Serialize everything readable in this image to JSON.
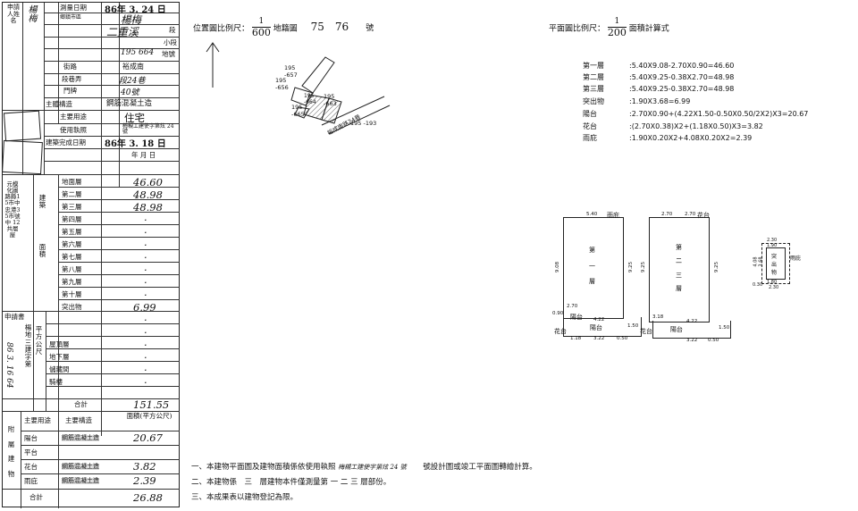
{
  "form": {
    "applicant": "申請人姓名",
    "applicant_name": "楊梅",
    "survey_date_label": "測量日期",
    "survey_date": "86年 3. 24 日",
    "township_label": "鄉鎮市區",
    "township_value": "楊梅",
    "section_label": "段",
    "section_value": "二重溪",
    "subsection_label": "小段",
    "lot_label": "地號",
    "lot_value": "195 664",
    "road_label": "街路",
    "road_value": "裕成南",
    "lane_label": "段巷弄",
    "lane_value": "段24巷",
    "doorno_label": "門牌",
    "doorno_value": "40號",
    "structure_label": "主體構造",
    "structure_value": "鋼筋混凝土造",
    "use_label": "主要用途",
    "use_value": "住宅",
    "permit_label": "使用執照",
    "permit_value": "梅槻工建使字第炫 24 號",
    "completion_label": "建築完成日期",
    "completion_value": "86年 3. 18 日",
    "ymd": "年   月   日",
    "left_stamp": "元模化圖路縣15市中 忠港35市號中 12共層屋",
    "floors": [
      {
        "name": "地面層",
        "area": "46.60"
      },
      {
        "name": "第二層",
        "area": "48.98"
      },
      {
        "name": "第三層",
        "area": "48.98"
      },
      {
        "name": "第四層",
        "area": "·"
      },
      {
        "name": "第五層",
        "area": "·"
      },
      {
        "name": "第六層",
        "area": "·"
      },
      {
        "name": "第七層",
        "area": "·"
      },
      {
        "name": "第八層",
        "area": "·"
      },
      {
        "name": "第九層",
        "area": "·"
      },
      {
        "name": "第十層",
        "area": "·"
      },
      {
        "name": "突出物",
        "area": "6.99"
      },
      {
        "name": "",
        "area": "·"
      },
      {
        "name": "",
        "area": "·"
      },
      {
        "name": "屋頂層",
        "area": "·"
      },
      {
        "name": "地下層",
        "area": "·"
      },
      {
        "name": "儲藏間",
        "area": "·"
      },
      {
        "name": "騎樓",
        "area": "·"
      }
    ],
    "total_label": "合計",
    "total_value": "151.55",
    "annex_headers": {
      "use": "主要用途",
      "struct": "主要構造",
      "area": "面積(平方公尺)"
    },
    "annex": [
      {
        "use": "陽台",
        "struct": "鋼筋混凝土造",
        "area": "20.67"
      },
      {
        "use": "平台",
        "struct": "",
        "area": ""
      },
      {
        "use": "花台",
        "struct": "鋼筋混凝土造",
        "area": "3.82"
      },
      {
        "use": "雨庇",
        "struct": "鋼筋混凝土造",
        "area": "2.39"
      }
    ],
    "annex_total_label": "合計",
    "annex_total_value": "26.88",
    "build_group": "建築",
    "area_group": "面積",
    "apply_label": "申請書",
    "vert_left": "楊地三建字第",
    "vert_units": "平方公尺",
    "sig_num": "86 3. 16 64",
    "annex_group": "附屬建物"
  },
  "sheet": {
    "location_label": "位置圖比例尺：",
    "location_scale_num": "1",
    "location_scale_den": "600",
    "map_no_label": "地籍圖",
    "map_no": "75　76",
    "map_no_suffix": "號",
    "plan_label": "平面圖比例尺：",
    "plan_scale_num": "1",
    "plan_scale_den": "200",
    "plan_suffix": "面積計算式",
    "lots": [
      "195 -657",
      "195 -656",
      "195 -664",
      "195 -663",
      "195 -665",
      "195 -193"
    ],
    "road_text": "裕成南路24巷",
    "calc": [
      {
        "label": "第一層",
        "expr": ":5.40X9.08-2.70X0.90=46.60"
      },
      {
        "label": "第二層",
        "expr": ":5.40X9.25-0.38X2.70=48.98"
      },
      {
        "label": "第三層",
        "expr": ":5.40X9.25-0.38X2.70=48.98"
      },
      {
        "label": "突出物",
        "expr": ":1.90X3.68=6.99"
      },
      {
        "label": "陽台",
        "expr": ":2.70X0.90+(4.22X1.50-0.50X0.50/2X2)X3=20.67"
      },
      {
        "label": "花台",
        "expr": ":(2.70X0.38)X2+(1.18X0.50)X3=3.82"
      },
      {
        "label": "雨庇",
        "expr": ":1.90X0.20X2+4.08X0.20X2=2.39"
      }
    ],
    "plans": {
      "first": {
        "title": "雨庇",
        "dim_top": "5.40",
        "label": "第一層",
        "side": "9.08",
        "right": "9.25",
        "bal1": "陽台",
        "bal2": "陽台",
        "flower": "花台",
        "d1": "2.70",
        "d2": "4.22",
        "d3": "3.22",
        "d4": "0.50",
        "d5": "1.18",
        "d6": "0.90",
        "d7": "1.50"
      },
      "second": {
        "title": "花台",
        "dim_top": "2.70",
        "dim_top2": "2.70",
        "label": "第二三層",
        "side": "9.25",
        "right": "9.25",
        "bal": "陽台",
        "flower": "花台",
        "d1": "3.18",
        "d2": "4.22",
        "d3": "3.22",
        "d4": "0.50",
        "d5": "1.50"
      },
      "roof": {
        "label": "突出物",
        "side": "雨庇",
        "d1": "2.30",
        "d2": "1.90",
        "d3": "1.80",
        "d4": "4.08",
        "d5": "3.68",
        "d6": "2.30",
        "d7": "0.30"
      }
    },
    "notes": [
      "一、本建物平面圖及建物面積係依使用執照",
      "梅槻工建使字第炫 24 號",
      "號設計圖或竣工平面圖轉繪計算。",
      "二、本建物係　三　層建物本件僅測量第 一 二 三 層部份。",
      "三、本成果表以建物登記為限。"
    ]
  }
}
